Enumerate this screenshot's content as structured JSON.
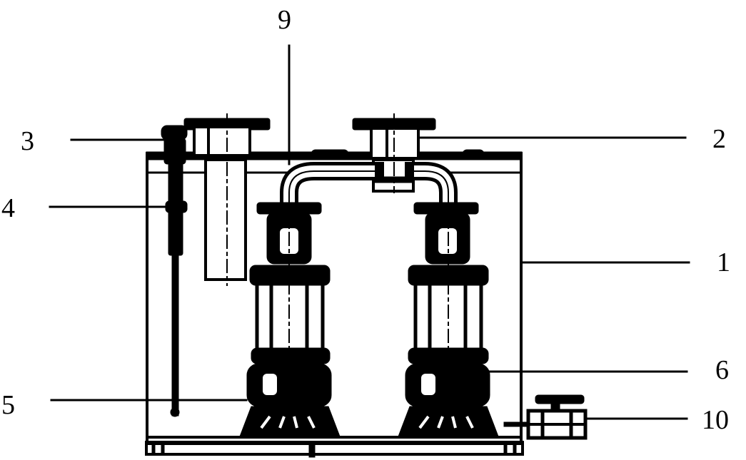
{
  "figure": {
    "labels": [
      "9",
      "3",
      "2",
      "4",
      "1",
      "6",
      "5",
      "10"
    ]
  }
}
